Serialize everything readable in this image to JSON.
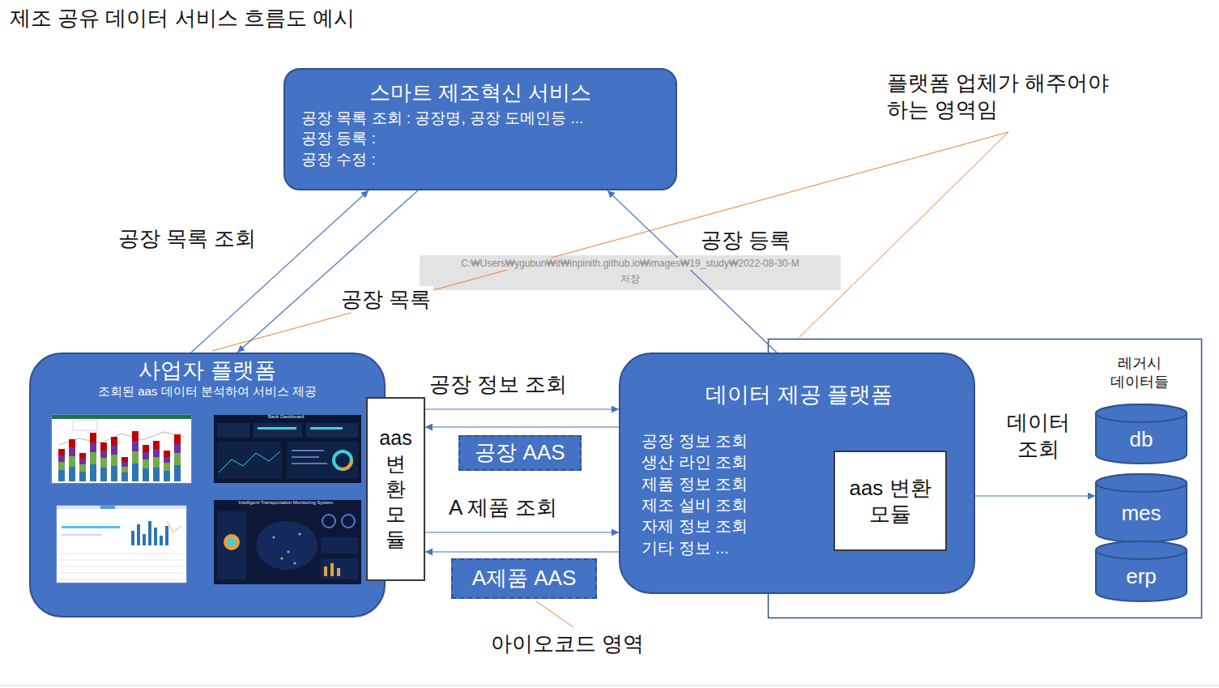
{
  "diagram": {
    "title": "제조 공유 데이터 서비스 흐름도 예시",
    "nodes": [
      {
        "text": [
          "스마트 제조혁신 서비스",
          "공장 목록 조회 : 공장명, 공장 도메인등 ...",
          "공장 등록 :",
          "공장 수정 :"
        ]
      },
      {
        "text": [
          "사업자 플랫폼",
          "조회된 aas 데이터 분석하여 서비스 제공"
        ]
      },
      {
        "text": [
          "aas 변환 모듈"
        ],
        "in": 1
      },
      {
        "text": [
          "공장 AAS"
        ]
      },
      {
        "text": [
          "데이터 제공 플랫폼",
          "공장 정보 조회",
          "생산 라인 조회",
          "제품 정보 조회",
          "제조 설비 조회",
          "자제 정보 조회",
          "기타 정보 ..."
        ]
      },
      {
        "text": [
          "aas 변환 모듈"
        ],
        "in": 4
      },
      {
        "text": [
          "A제품 AAS"
        ]
      },
      {
        "text": [
          "db"
        ]
      },
      {
        "text": [
          "mes"
        ]
      },
      {
        "text": [
          "erp"
        ]
      }
    ],
    "edges": [
      {
        "from": 1,
        "to": 0,
        "label": "공장 목록 조회",
        "arrow": "to"
      },
      {
        "from": 0,
        "to": 1,
        "label": "공장 목록",
        "arrow": "to"
      },
      {
        "from": 4,
        "to": 0,
        "label": "공장 등록",
        "arrow": "to"
      },
      {
        "from": 2,
        "to": 4,
        "label": "공장 정보 조회",
        "arrow": "to"
      },
      {
        "from": 4,
        "to": 2,
        "arrow": "to"
      },
      {
        "from": 2,
        "to": 4,
        "label": "A 제품 조회",
        "arrow": "to"
      },
      {
        "from": 4,
        "to": 2,
        "arrow": "to"
      },
      {
        "from": 4,
        "to": 8,
        "label": "데이터 조회",
        "arrow": "to"
      }
    ],
    "labels": [
      "플랫폼 업체가 해주어야 하는 영역임",
      "아이오코드 영역",
      "레거시 데이터들",
      "C:₩Users₩ygubun₩it₩inpinith.github.io₩images₩19_study₩2022-08-30-M",
      "저장",
      "Bank Dashboard",
      "Intelligent Transportation Monitoring System"
    ]
  }
}
